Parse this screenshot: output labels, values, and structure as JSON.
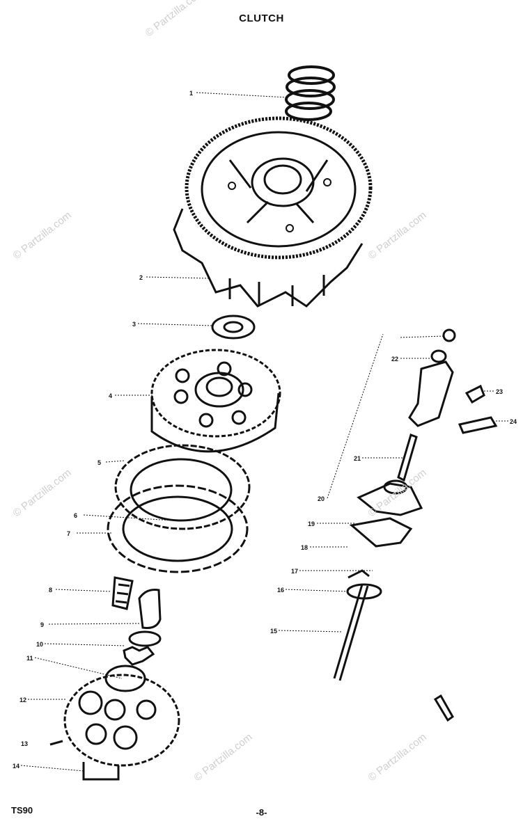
{
  "header": {
    "title": "CLUTCH"
  },
  "footer": {
    "model": "TS90",
    "page": "-8-"
  },
  "watermark": "© Partzilla.com",
  "colors": {
    "ink": "#111111",
    "paper": "#ffffff",
    "watermark": "#cfcfcf"
  },
  "callouts": [
    "1",
    "2",
    "3",
    "4",
    "5",
    "6",
    "7",
    "8",
    "9",
    "10",
    "11",
    "12",
    "13",
    "14",
    "15",
    "16",
    "17",
    "18",
    "19",
    "20",
    "21",
    "22",
    "23",
    "24"
  ],
  "parts": [
    {
      "id": "spring",
      "icon": "coil-spring-icon"
    },
    {
      "id": "primary-driven-gear",
      "icon": "gear-basket-icon"
    },
    {
      "id": "thrust-washer",
      "icon": "washer-icon"
    },
    {
      "id": "clutch-sleeve-hub",
      "icon": "gear-hub-icon"
    },
    {
      "id": "plates",
      "icon": "clutch-plate-icon"
    },
    {
      "id": "pressure-plate",
      "icon": "pressure-plate-icon"
    },
    {
      "id": "release-arm",
      "icon": "lever-icon"
    },
    {
      "id": "push-rod",
      "icon": "rod-icon"
    }
  ]
}
